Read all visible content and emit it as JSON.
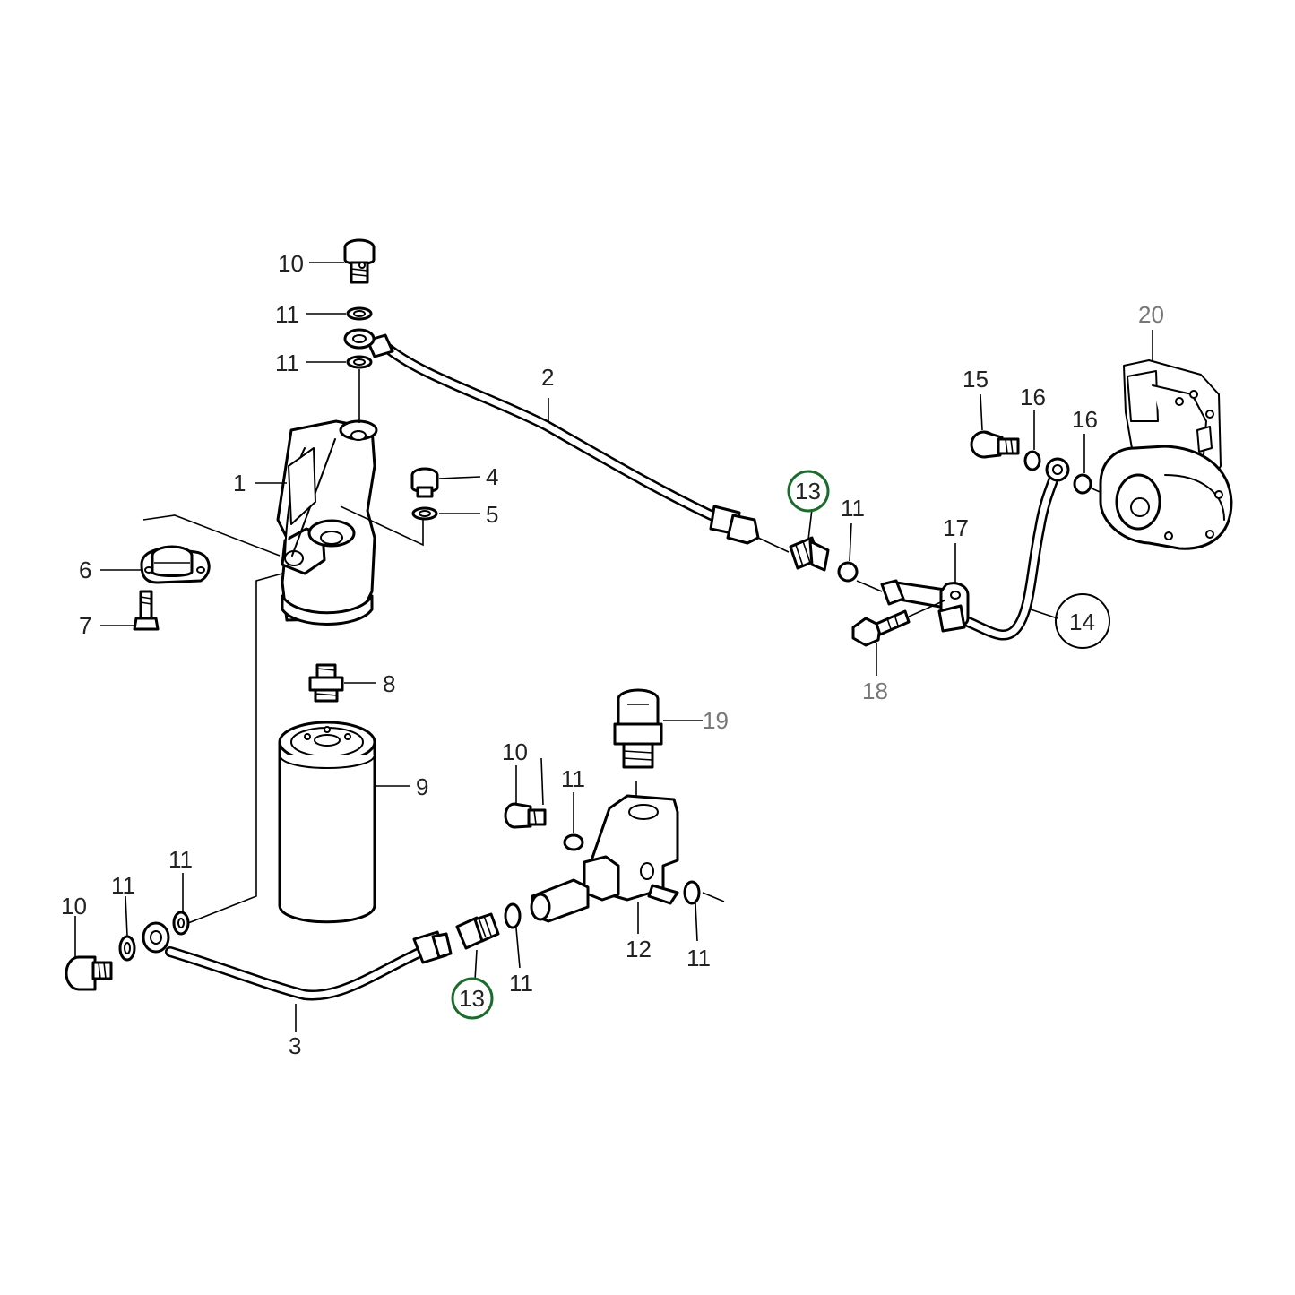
{
  "callouts": {
    "p1": "1",
    "p2": "2",
    "p3": "3",
    "p4": "4",
    "p5": "5",
    "p6": "6",
    "p7": "7",
    "p8": "8",
    "p9": "9",
    "p10_top": "10",
    "p10_mid": "10",
    "p10_bottom": "10",
    "p11": "11",
    "p12": "12",
    "p13": "13",
    "p14": "14",
    "p15": "15",
    "p16": "16",
    "p17": "17",
    "p18": "18",
    "p19": "19",
    "p20": "20"
  },
  "highlight_color": "#1b6b2d",
  "highlighted_part": "13"
}
